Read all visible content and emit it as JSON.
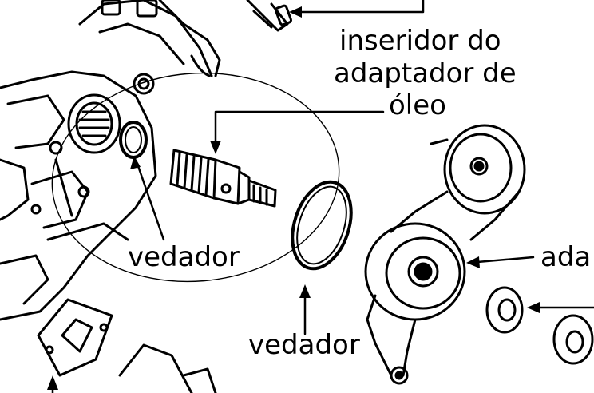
{
  "labels": {
    "oil_adapter_inserter": [
      "inseridor do",
      "adaptador de",
      "óleo"
    ],
    "seal_small": "vedador",
    "seal_large": "vedador",
    "adapter_partial": "ada"
  },
  "colors": {
    "ink": "#000000",
    "paper": "#ffffff"
  }
}
